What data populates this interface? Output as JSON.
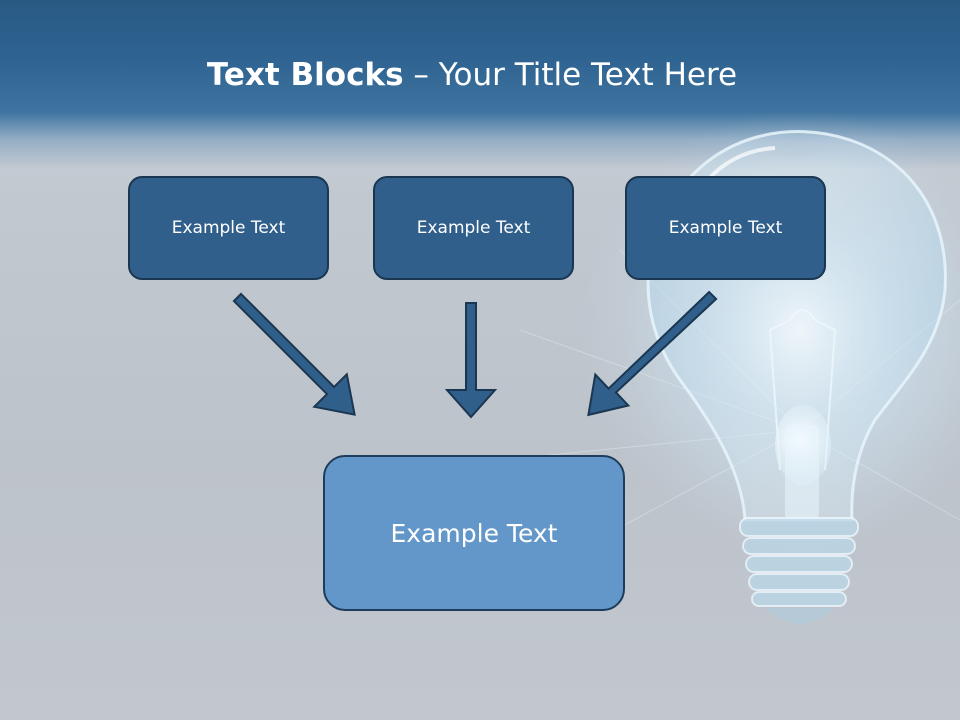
{
  "slide": {
    "title_bold": "Text Blocks",
    "title_rest": " – Your Title Text Here"
  },
  "blocks": [
    {
      "label": "Example Text"
    },
    {
      "label": "Example Text"
    },
    {
      "label": "Example Text"
    }
  ],
  "result_block": {
    "label": "Example Text"
  },
  "colors": {
    "header": "#2f6391",
    "block_fill": "#305f8b",
    "result_fill": "#6497c9",
    "arrow_fill": "#305f8b",
    "background": "#c2c8d0"
  },
  "decor": {
    "background_image": "light-bulb-icon"
  }
}
